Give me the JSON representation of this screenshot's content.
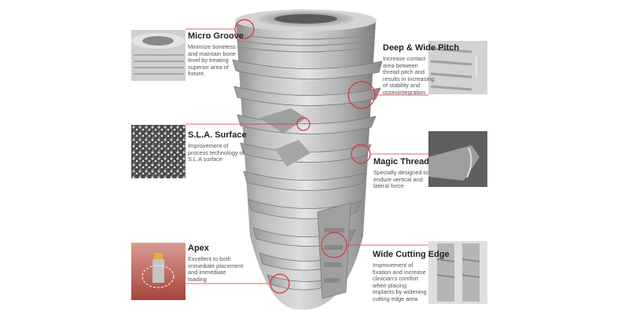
{
  "features": [
    {
      "id": "micro-groove",
      "title": "Micro Groove",
      "desc": "Minimize boneless\nand maintain bone\nlevel by treating\nsuperior area of\nfixture."
    },
    {
      "id": "deep-wide-pitch",
      "title": "Deep & Wide Pitch",
      "desc": "Increase contact\narea between\nthread pitch and\nresults in increasing\nof stability and\nosseointegration"
    },
    {
      "id": "sla-surface",
      "title": "S.L.A. Surface",
      "desc": "Improvement of\nprocess technology of\nS.L.A surface"
    },
    {
      "id": "magic-thread",
      "title": "Magic Thread",
      "desc": "Specially designed to\nendure vertical and\nlateral force"
    },
    {
      "id": "apex",
      "title": "Apex",
      "desc": "Excellent to both\nimmediate placement\nand immediate\nloading"
    },
    {
      "id": "wide-cutting-edge",
      "title": "Wide Cutting Edge",
      "desc": "Improvement of\nfixation and increase\nclinician's comfort\nwhen placing\nimplants by widening\ncutting edge area"
    }
  ],
  "colors": {
    "accent": "#e0303a",
    "implant": "#b9b9b9",
    "text": "#222222"
  }
}
